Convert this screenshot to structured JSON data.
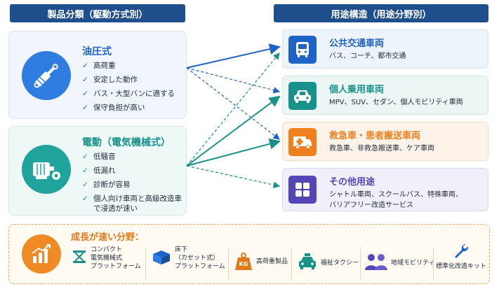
{
  "headers": {
    "left": "製品分類（駆動方式別）",
    "right": "用途構造（用途分野別）"
  },
  "products": [
    {
      "title": "油圧式",
      "features": [
        "高荷重",
        "安定した動作",
        "バス・大型バンに適する",
        "保守負担が高い"
      ],
      "icon": "hydraulic-cylinder-icon",
      "color": "#2f7de1"
    },
    {
      "title": "電動（電気機械式）",
      "features": [
        "低騒音",
        "低漏れ",
        "診断が容易",
        "個人向け車両と高級改造車で浸透が速い"
      ],
      "icon": "electric-motor-icon",
      "color": "#1fa39b"
    }
  ],
  "applications": [
    {
      "title": "公共交通車両",
      "desc": "バス、コーチ、都市交通",
      "icon": "bus-icon",
      "color": "#1f63c7",
      "bg": "#eef4fc"
    },
    {
      "title": "個人乗用車両",
      "desc": "MPV、SUV、セダン、個人モビリティ車両",
      "icon": "car-icon",
      "color": "#17918a",
      "bg": "#ecf7f5"
    },
    {
      "title": "救急車・患者搬送車両",
      "desc": "救急車、非救急搬送車、ケア車両",
      "icon": "ambulance-icon",
      "color": "#f07f1e",
      "bg": "#fdf3e9"
    },
    {
      "title": "その他用途",
      "desc": "シャトル車両、スクールバス、特殊車両、\nバリアフリー改造サービス",
      "icon": "grid-icon",
      "color": "#5446b8",
      "bg": "#f1effa"
    }
  ],
  "growth": {
    "title": "成長が速い分野：",
    "items": [
      {
        "label": "コンパクト\n電気機械式\nプラットフォーム",
        "icon": "scissor-lift-icon"
      },
      {
        "label": "床下\n（カセット式）\nプラットフォーム",
        "icon": "cassette-box-icon"
      },
      {
        "label": "高荷重製品",
        "icon": "kg-weight-icon",
        "badge": "KG"
      },
      {
        "label": "福祉タクシー",
        "icon": "taxi-icon"
      },
      {
        "label": "地域モビリティ",
        "icon": "people-icon"
      },
      {
        "label": "標準化改造キット",
        "icon": "wrench-icon"
      }
    ]
  }
}
